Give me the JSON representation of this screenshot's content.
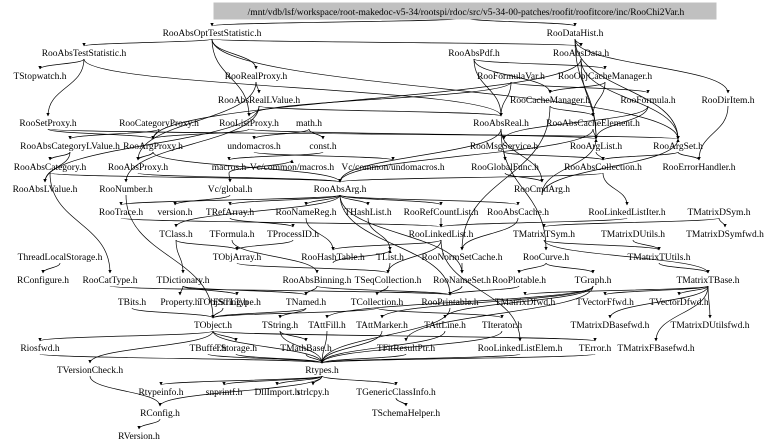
{
  "diagram": {
    "type": "include-dependency-graph",
    "root": "/mnt/vdb/lsf/workspace/root-makedoc-v5-34/rootspi/rdoc/src/v5-34-00-patches/roofit/roofitcore/inc/RooChi2Var.h",
    "colors": {
      "root_fill": "#c0c0c0",
      "edge": "#000000",
      "text": "#000000"
    },
    "nodes": [
      {
        "id": "n0",
        "label": "/mnt/vdb/lsf/workspace/root-makedoc-v5-34/rootspi/rdoc/src/v5-34-00-patches/roofit/roofitcore/inc/RooChi2Var.h"
      },
      {
        "id": "n1",
        "label": "RooAbsOptTestStatistic.h"
      },
      {
        "id": "n2",
        "label": "RooDataHist.h"
      },
      {
        "id": "n3",
        "label": "RooAbsTestStatistic.h"
      },
      {
        "id": "n4",
        "label": "RooAbsPdf.h"
      },
      {
        "id": "n5",
        "label": "RooAbsData.h"
      },
      {
        "id": "n6",
        "label": "TStopwatch.h"
      },
      {
        "id": "n7",
        "label": "RooRealProxy.h"
      },
      {
        "id": "n8",
        "label": "RooFormulaVar.h"
      },
      {
        "id": "n9",
        "label": "RooObjCacheManager.h"
      },
      {
        "id": "n10",
        "label": "RooAbsRealLValue.h"
      },
      {
        "id": "n11",
        "label": "RooCacheManager.h"
      },
      {
        "id": "n12",
        "label": "RooFormula.h"
      },
      {
        "id": "n13",
        "label": "RooDirItem.h"
      },
      {
        "id": "n14",
        "label": "RooSetProxy.h"
      },
      {
        "id": "n15",
        "label": "RooCategoryProxy.h"
      },
      {
        "id": "n16",
        "label": "RooListProxy.h"
      },
      {
        "id": "n17",
        "label": "math.h"
      },
      {
        "id": "n18",
        "label": "RooAbsReal.h"
      },
      {
        "id": "n19",
        "label": "RooAbsCacheElement.h"
      },
      {
        "id": "n20",
        "label": "RooAbsCategoryLValue.h"
      },
      {
        "id": "n21",
        "label": "RooArgProxy.h"
      },
      {
        "id": "n22",
        "label": "undomacros.h"
      },
      {
        "id": "n23",
        "label": "const.h"
      },
      {
        "id": "n24",
        "label": "RooMsgService.h"
      },
      {
        "id": "n25",
        "label": "RooArgList.h"
      },
      {
        "id": "n26",
        "label": "RooArgSet.h"
      },
      {
        "id": "n27",
        "label": "RooAbsCategory.h"
      },
      {
        "id": "n28",
        "label": "RooAbsProxy.h"
      },
      {
        "id": "n29",
        "label": "macros.h"
      },
      {
        "id": "n30",
        "label": "Vc/common/macros.h"
      },
      {
        "id": "n31",
        "label": "Vc/common/undomacros.h"
      },
      {
        "id": "n32",
        "label": "RooGlobalFunc.h"
      },
      {
        "id": "n33",
        "label": "RooAbsCollection.h"
      },
      {
        "id": "n34",
        "label": "RooErrorHandler.h"
      },
      {
        "id": "n35",
        "label": "RooAbsLValue.h"
      },
      {
        "id": "n36",
        "label": "RooNumber.h"
      },
      {
        "id": "n37",
        "label": "Vc/global.h"
      },
      {
        "id": "n38",
        "label": "RooAbsArg.h"
      },
      {
        "id": "n39",
        "label": "RooCmdArg.h"
      },
      {
        "id": "n40",
        "label": "RooTrace.h"
      },
      {
        "id": "n41",
        "label": "version.h"
      },
      {
        "id": "n42",
        "label": "TRefArray.h"
      },
      {
        "id": "n43",
        "label": "RooNameReg.h"
      },
      {
        "id": "n44",
        "label": "THashList.h"
      },
      {
        "id": "n45",
        "label": "RooRefCountList.h"
      },
      {
        "id": "n46",
        "label": "RooAbsCache.h"
      },
      {
        "id": "n47",
        "label": "RooLinkedListIter.h"
      },
      {
        "id": "n48",
        "label": "TMatrixDSym.h"
      },
      {
        "id": "n49",
        "label": "TClass.h"
      },
      {
        "id": "n50",
        "label": "TFormula.h"
      },
      {
        "id": "n51",
        "label": "TProcessID.h"
      },
      {
        "id": "n52",
        "label": "RooLinkedList.h"
      },
      {
        "id": "n53",
        "label": "TMatrixTSym.h"
      },
      {
        "id": "n54",
        "label": "TMatrixDUtils.h"
      },
      {
        "id": "n55",
        "label": "TMatrixDSymfwd.h"
      },
      {
        "id": "n56",
        "label": "ThreadLocalStorage.h"
      },
      {
        "id": "n57",
        "label": "TObjArray.h"
      },
      {
        "id": "n58",
        "label": "RooHashTable.h"
      },
      {
        "id": "n59",
        "label": "TList.h"
      },
      {
        "id": "n60",
        "label": "RooNormSetCache.h"
      },
      {
        "id": "n61",
        "label": "RooCurve.h"
      },
      {
        "id": "n62",
        "label": "TMatrixTUtils.h"
      },
      {
        "id": "n63",
        "label": "RConfigure.h"
      },
      {
        "id": "n64",
        "label": "TDictionary.h"
      },
      {
        "id": "n65",
        "label": "RooCatType.h"
      },
      {
        "id": "n66",
        "label": "RooAbsBinning.h"
      },
      {
        "id": "n67",
        "label": "TSeqCollection.h"
      },
      {
        "id": "n68",
        "label": "RooNameSet.h"
      },
      {
        "id": "n69",
        "label": "RooPlotable.h"
      },
      {
        "id": "n70",
        "label": "TGraph.h"
      },
      {
        "id": "n71",
        "label": "TMatrixTBase.h"
      },
      {
        "id": "n72",
        "label": "Property.h"
      },
      {
        "id": "n73",
        "label": "ESTLType.h"
      },
      {
        "id": "n74",
        "label": "TBits.h"
      },
      {
        "id": "n75",
        "label": "TObjString.h"
      },
      {
        "id": "n76",
        "label": "TNamed.h"
      },
      {
        "id": "n77",
        "label": "TCollection.h"
      },
      {
        "id": "n78",
        "label": "RooPrintable.h"
      },
      {
        "id": "n79",
        "label": "TMatrixDfwd.h"
      },
      {
        "id": "n80",
        "label": "TVectorFfwd.h"
      },
      {
        "id": "n81",
        "label": "TVectorDfwd.h"
      },
      {
        "id": "n82",
        "label": "TObject.h"
      },
      {
        "id": "n83",
        "label": "TString.h"
      },
      {
        "id": "n84",
        "label": "TAttFill.h"
      },
      {
        "id": "n85",
        "label": "TAttMarker.h"
      },
      {
        "id": "n86",
        "label": "TAttLine.h"
      },
      {
        "id": "n87",
        "label": "TIterator.h"
      },
      {
        "id": "n88",
        "label": "TMatrixDBasefwd.h"
      },
      {
        "id": "n89",
        "label": "TMatrixDUtilsfwd.h"
      },
      {
        "id": "n90",
        "label": "Riosfwd.h"
      },
      {
        "id": "n91",
        "label": "TBuffer.h"
      },
      {
        "id": "n92",
        "label": "TStorage.h"
      },
      {
        "id": "n93",
        "label": "TMathBase.h"
      },
      {
        "id": "n94",
        "label": "TFitResultPtr.h"
      },
      {
        "id": "n95",
        "label": "RooLinkedListElem.h"
      },
      {
        "id": "n96",
        "label": "TError.h"
      },
      {
        "id": "n97",
        "label": "TMatrixFBasefwd.h"
      },
      {
        "id": "n98",
        "label": "TVersionCheck.h"
      },
      {
        "id": "n99",
        "label": "Rtypes.h"
      },
      {
        "id": "n100",
        "label": "Rtypeinfo.h"
      },
      {
        "id": "n101",
        "label": "snprintf.h"
      },
      {
        "id": "n102",
        "label": "DllImport.h"
      },
      {
        "id": "n103",
        "label": "strlcpy.h"
      },
      {
        "id": "n104",
        "label": "TGenericClassInfo.h"
      },
      {
        "id": "n105",
        "label": "RConfig.h"
      },
      {
        "id": "n106",
        "label": "TSchemaHelper.h"
      },
      {
        "id": "n107",
        "label": "RVersion.h"
      }
    ],
    "edges": [
      [
        "n0",
        "n1"
      ],
      [
        "n0",
        "n2"
      ],
      [
        "n1",
        "n3"
      ],
      [
        "n1",
        "n5"
      ],
      [
        "n1",
        "n7"
      ],
      [
        "n1",
        "n16"
      ],
      [
        "n1",
        "n26"
      ],
      [
        "n2",
        "n5"
      ],
      [
        "n2",
        "n13"
      ],
      [
        "n2",
        "n25"
      ],
      [
        "n2",
        "n26"
      ],
      [
        "n3",
        "n6"
      ],
      [
        "n3",
        "n18"
      ],
      [
        "n3",
        "n14"
      ],
      [
        "n4",
        "n18"
      ],
      [
        "n4",
        "n11"
      ],
      [
        "n4",
        "n9"
      ],
      [
        "n5",
        "n25"
      ],
      [
        "n5",
        "n26"
      ],
      [
        "n5",
        "n21"
      ],
      [
        "n7",
        "n10"
      ],
      [
        "n7",
        "n28"
      ],
      [
        "n8",
        "n12"
      ],
      [
        "n8",
        "n18"
      ],
      [
        "n8",
        "n16"
      ],
      [
        "n9",
        "n11"
      ],
      [
        "n9",
        "n19"
      ],
      [
        "n10",
        "n18"
      ],
      [
        "n10",
        "n35"
      ],
      [
        "n10",
        "n36"
      ],
      [
        "n11",
        "n19"
      ],
      [
        "n11",
        "n60"
      ],
      [
        "n12",
        "n25"
      ],
      [
        "n12",
        "n24"
      ],
      [
        "n13",
        "n34"
      ],
      [
        "n14",
        "n21"
      ],
      [
        "n14",
        "n26"
      ],
      [
        "n15",
        "n21"
      ],
      [
        "n15",
        "n20"
      ],
      [
        "n16",
        "n25"
      ],
      [
        "n16",
        "n21"
      ],
      [
        "n17",
        "n22"
      ],
      [
        "n17",
        "n23"
      ],
      [
        "n18",
        "n38"
      ],
      [
        "n18",
        "n39"
      ],
      [
        "n18",
        "n61"
      ],
      [
        "n19",
        "n38"
      ],
      [
        "n19",
        "n25"
      ],
      [
        "n20",
        "n27"
      ],
      [
        "n20",
        "n35"
      ],
      [
        "n21",
        "n28"
      ],
      [
        "n21",
        "n38"
      ],
      [
        "n22",
        "n31"
      ],
      [
        "n23",
        "n29"
      ],
      [
        "n24",
        "n32"
      ],
      [
        "n24",
        "n33"
      ],
      [
        "n25",
        "n33"
      ],
      [
        "n26",
        "n33"
      ],
      [
        "n26",
        "n34"
      ],
      [
        "n27",
        "n38"
      ],
      [
        "n27",
        "n65"
      ],
      [
        "n28",
        "n38"
      ],
      [
        "n29",
        "n30"
      ],
      [
        "n29",
        "n37"
      ],
      [
        "n32",
        "n39"
      ],
      [
        "n33",
        "n38"
      ],
      [
        "n33",
        "n47"
      ],
      [
        "n36",
        "n82"
      ],
      [
        "n37",
        "n41"
      ],
      [
        "n38",
        "n40"
      ],
      [
        "n38",
        "n42"
      ],
      [
        "n38",
        "n43"
      ],
      [
        "n38",
        "n44"
      ],
      [
        "n38",
        "n45"
      ],
      [
        "n38",
        "n46"
      ],
      [
        "n38",
        "n49"
      ],
      [
        "n38",
        "n68"
      ],
      [
        "n38",
        "n78"
      ],
      [
        "n39",
        "n26"
      ],
      [
        "n39",
        "n25"
      ],
      [
        "n40",
        "n52"
      ],
      [
        "n42",
        "n51"
      ],
      [
        "n43",
        "n58"
      ],
      [
        "n44",
        "n59"
      ],
      [
        "n45",
        "n52"
      ],
      [
        "n46",
        "n60"
      ],
      [
        "n47",
        "n52"
      ],
      [
        "n48",
        "n53"
      ],
      [
        "n48",
        "n55"
      ],
      [
        "n49",
        "n64"
      ],
      [
        "n49",
        "n57"
      ],
      [
        "n50",
        "n66"
      ],
      [
        "n51",
        "n57"
      ],
      [
        "n52",
        "n95"
      ],
      [
        "n52",
        "n58"
      ],
      [
        "n52",
        "n67"
      ],
      [
        "n53",
        "n71"
      ],
      [
        "n53",
        "n62"
      ],
      [
        "n54",
        "n62"
      ],
      [
        "n56",
        "n63"
      ],
      [
        "n57",
        "n67"
      ],
      [
        "n58",
        "n59"
      ],
      [
        "n59",
        "n67"
      ],
      [
        "n60",
        "n68"
      ],
      [
        "n61",
        "n70"
      ],
      [
        "n61",
        "n69"
      ],
      [
        "n62",
        "n71"
      ],
      [
        "n64",
        "n76"
      ],
      [
        "n64",
        "n72"
      ],
      [
        "n64",
        "n73"
      ],
      [
        "n65",
        "n78"
      ],
      [
        "n66",
        "n76"
      ],
      [
        "n66",
        "n78"
      ],
      [
        "n67",
        "n77"
      ],
      [
        "n68",
        "n78"
      ],
      [
        "n69",
        "n78"
      ],
      [
        "n70",
        "n84"
      ],
      [
        "n70",
        "n85"
      ],
      [
        "n70",
        "n86"
      ],
      [
        "n70",
        "n94"
      ],
      [
        "n71",
        "n79"
      ],
      [
        "n71",
        "n80"
      ],
      [
        "n71",
        "n81"
      ],
      [
        "n71",
        "n88"
      ],
      [
        "n71",
        "n89"
      ],
      [
        "n71",
        "n97"
      ],
      [
        "n74",
        "n82"
      ],
      [
        "n75",
        "n82"
      ],
      [
        "n76",
        "n82"
      ],
      [
        "n76",
        "n83"
      ],
      [
        "n77",
        "n82"
      ],
      [
        "n77",
        "n87"
      ],
      [
        "n78",
        "n99"
      ],
      [
        "n82",
        "n90"
      ],
      [
        "n82",
        "n92"
      ],
      [
        "n82",
        "n96"
      ],
      [
        "n82",
        "n98"
      ],
      [
        "n82",
        "n99"
      ],
      [
        "n83",
        "n99"
      ],
      [
        "n83",
        "n93"
      ],
      [
        "n84",
        "n99"
      ],
      [
        "n85",
        "n99"
      ],
      [
        "n86",
        "n99"
      ],
      [
        "n87",
        "n99"
      ],
      [
        "n90",
        "n99"
      ],
      [
        "n91",
        "n99"
      ],
      [
        "n92",
        "n99"
      ],
      [
        "n93",
        "n99"
      ],
      [
        "n94",
        "n99"
      ],
      [
        "n95",
        "n99"
      ],
      [
        "n96",
        "n99"
      ],
      [
        "n98",
        "n105"
      ],
      [
        "n99",
        "n100"
      ],
      [
        "n99",
        "n101"
      ],
      [
        "n99",
        "n102"
      ],
      [
        "n99",
        "n103"
      ],
      [
        "n99",
        "n104"
      ],
      [
        "n99",
        "n105"
      ],
      [
        "n104",
        "n106"
      ],
      [
        "n105",
        "n107"
      ]
    ]
  }
}
